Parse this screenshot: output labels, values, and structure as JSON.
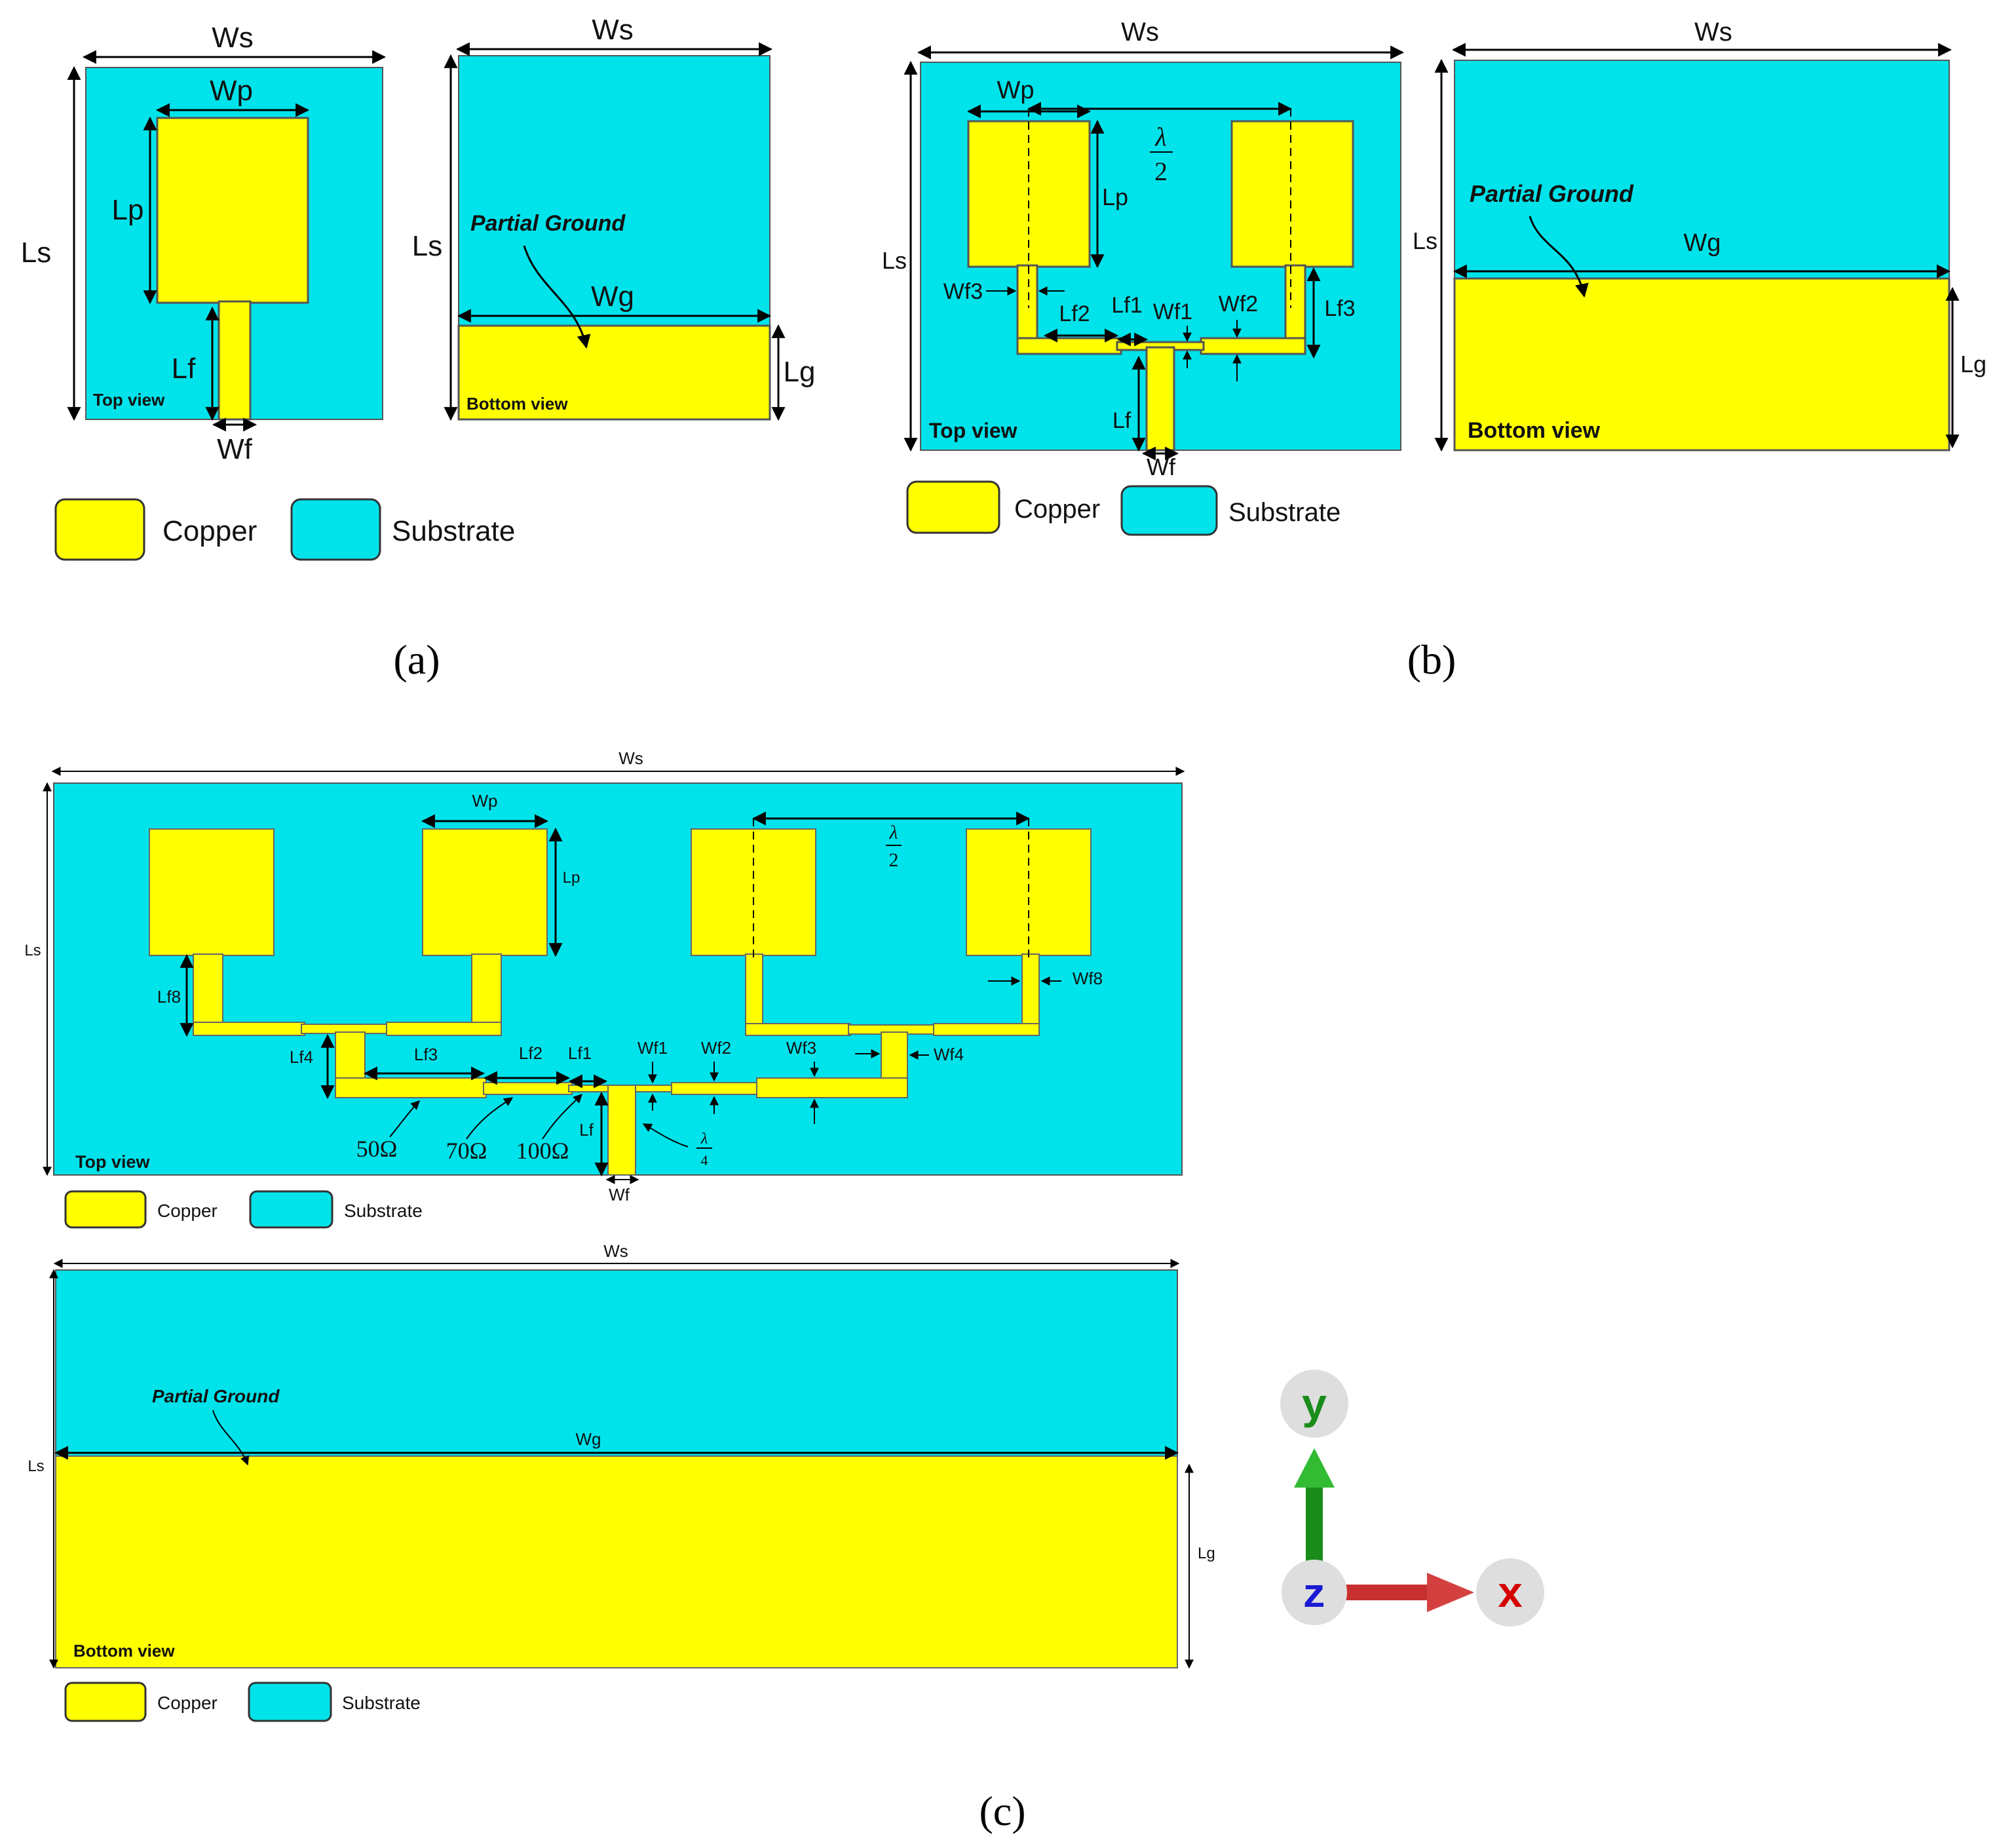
{
  "panel_a": {
    "caption": "(a)",
    "top_view": {
      "label_ws": "Ws",
      "label_wp": "Wp",
      "label_lp": "Lp",
      "label_ls": "Ls",
      "label_lf": "Lf",
      "label_wf": "Wf",
      "view": "Top view"
    },
    "bottom_view": {
      "label_ws": "Ws",
      "label_ls": "Ls",
      "label_wg": "Wg",
      "label_lg": "Lg",
      "partial_ground": "Partial Ground",
      "view": "Bottom view"
    },
    "legend": {
      "copper": "Copper",
      "substrate": "Substrate"
    }
  },
  "panel_b": {
    "caption": "(b)",
    "top_view": {
      "label_ws": "Ws",
      "label_wp": "Wp",
      "label_lp": "Lp",
      "label_ls": "Ls",
      "label_lf": "Lf",
      "label_wf": "Wf",
      "label_wf1": "Wf1",
      "label_wf2": "Wf2",
      "label_wf3": "Wf3",
      "label_lf1": "Lf1",
      "label_lf2": "Lf2",
      "label_lf3": "Lf3",
      "lambda": "λ",
      "lambda_den": "2",
      "view": "Top view"
    },
    "bottom_view": {
      "label_ws": "Ws",
      "label_ls": "Ls",
      "label_wg": "Wg",
      "label_lg": "Lg",
      "partial_ground": "Partial Ground",
      "view": "Bottom view"
    },
    "legend": {
      "copper": "Copper",
      "substrate": "Substrate"
    }
  },
  "panel_c": {
    "caption": "(c)",
    "top_view": {
      "label_ws": "Ws",
      "label_wp": "Wp",
      "label_lp": "Lp",
      "label_ls": "Ls",
      "label_lf": "Lf",
      "label_wf": "Wf",
      "label_lf1": "Lf1",
      "label_lf2": "Lf2",
      "label_lf3": "Lf3",
      "label_lf4": "Lf4",
      "label_lf8": "Lf8",
      "label_wf1": "Wf1",
      "label_wf2": "Wf2",
      "label_wf3": "Wf3",
      "label_wf4": "Wf4",
      "label_wf8": "Wf8",
      "lambda": "λ",
      "lambda_den2": "2",
      "lambda_den4": "4",
      "imp_50": "50Ω",
      "imp_70": "70Ω",
      "imp_100": "100Ω",
      "view": "Top view"
    },
    "bottom_view": {
      "label_ws": "Ws",
      "label_ls": "Ls",
      "label_wg": "Wg",
      "label_lg": "Lg",
      "partial_ground": "Partial Ground",
      "view": "Bottom view"
    },
    "legend_top": {
      "copper": "Copper",
      "substrate": "Substrate"
    },
    "legend_bottom": {
      "copper": "Copper",
      "substrate": "Substrate"
    }
  },
  "axes": {
    "y": "y",
    "z": "z",
    "x": "x"
  },
  "colors": {
    "copper": "#ffff00",
    "substrate": "#00e3ea",
    "axis_x": "#d40000",
    "axis_y": "#1a8c1a",
    "axis_z": "#1a1ad4"
  }
}
